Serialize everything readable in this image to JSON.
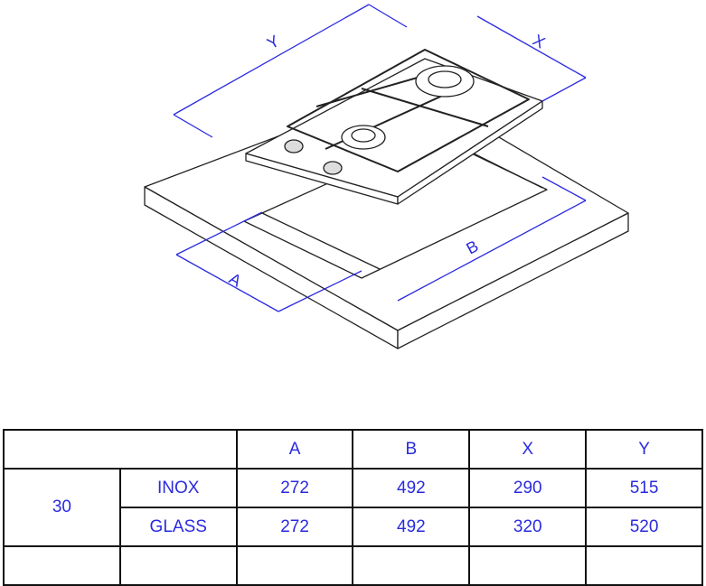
{
  "diagram": {
    "dimension_labels": {
      "y": "Y",
      "x": "X",
      "b": "B",
      "a": "A"
    },
    "colors": {
      "dimension": "#2a2ae0",
      "line": "#222222"
    }
  },
  "table": {
    "headers": [
      "",
      "A",
      "B",
      "X",
      "Y"
    ],
    "group_label": "30",
    "rows": [
      {
        "type": "INOX",
        "a": "272",
        "b": "492",
        "x": "290",
        "y": "515"
      },
      {
        "type": "GLASS",
        "a": "272",
        "b": "492",
        "x": "320",
        "y": "520"
      }
    ]
  }
}
